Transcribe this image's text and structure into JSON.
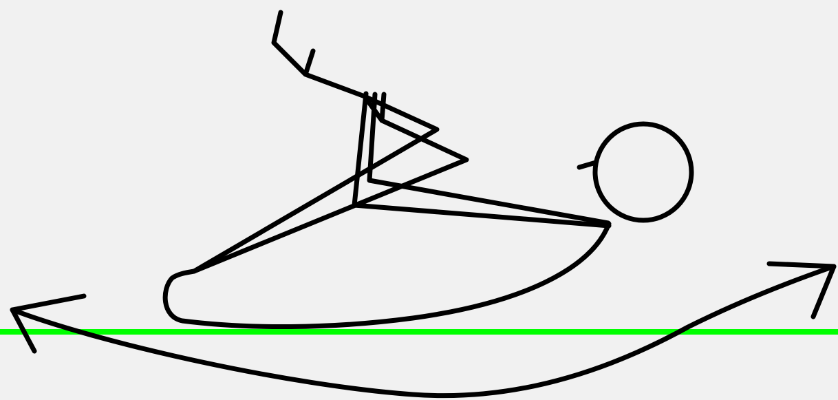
{
  "drawing": {
    "background_color": "#f1f1f1",
    "ink_color": "#000000",
    "ground_line_color": "#00ff00",
    "elements": [
      "ground-line",
      "hull-outline",
      "paddle-arms",
      "rider-torso",
      "head-circle",
      "left-arrow-icon",
      "right-arrow-icon",
      "swoop-curve"
    ]
  }
}
